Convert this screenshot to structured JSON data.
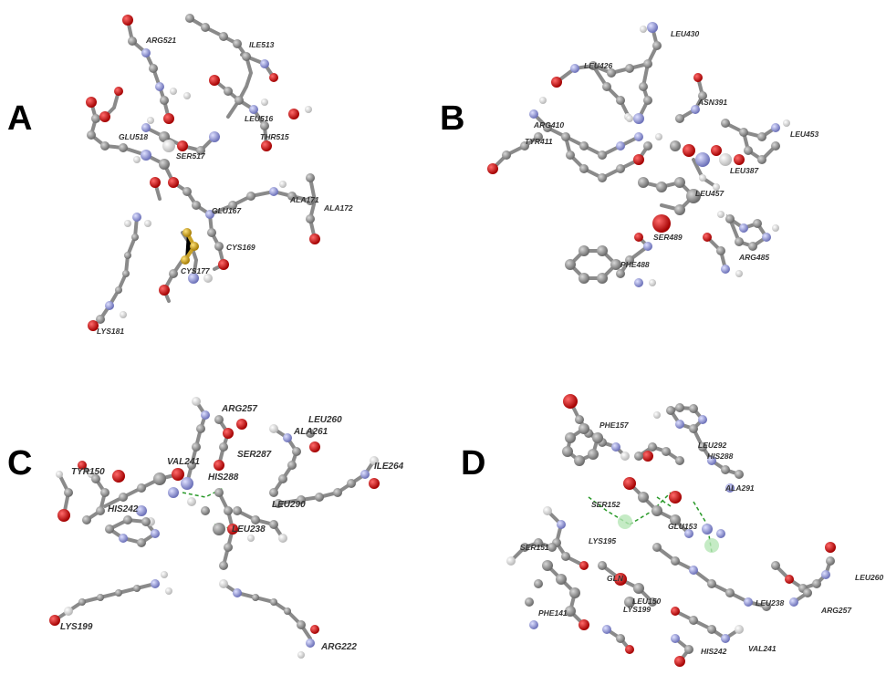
{
  "panels": [
    {
      "letter": "A",
      "residues": [
        "ARG521",
        "ILE513",
        "LEU516",
        "THR515",
        "GLU518",
        "SER517",
        "ALA171",
        "ALA172",
        "GLU167",
        "CYS169",
        "CYS177",
        "LYS181"
      ]
    },
    {
      "letter": "B",
      "residues": [
        "LEU430",
        "LEU426",
        "ASN391",
        "ARG410",
        "LEU453",
        "TYR411",
        "LEU387",
        "LEU457",
        "SER489",
        "PHE488",
        "ARG485"
      ]
    },
    {
      "letter": "C",
      "residues": [
        "ARG257",
        "LEU260",
        "ALA261",
        "SER287",
        "VAL241",
        "ILE264",
        "HIS288",
        "TYR150",
        "HIS242",
        "LEU290",
        "LEU238",
        "LYS199",
        "ARG222"
      ]
    },
    {
      "letter": "D",
      "residues": [
        "PHE157",
        "LEU292",
        "HIS288",
        "ALA291",
        "SER152",
        "GLU153",
        "LYS195",
        "SER151",
        "GLN",
        "LEU150",
        "LYS199",
        "PHE141",
        "LEU238",
        "LEU260",
        "ARG257",
        "HIS242",
        "VAL241"
      ]
    }
  ],
  "colors": {
    "carbon": "#8c8c8c",
    "oxygen": "#d21414",
    "nitrogen": "#8a8fd6",
    "hydrogen": "#e6e6e6",
    "sulfur": "#d4a017",
    "hbond": "#2a9a2a"
  }
}
